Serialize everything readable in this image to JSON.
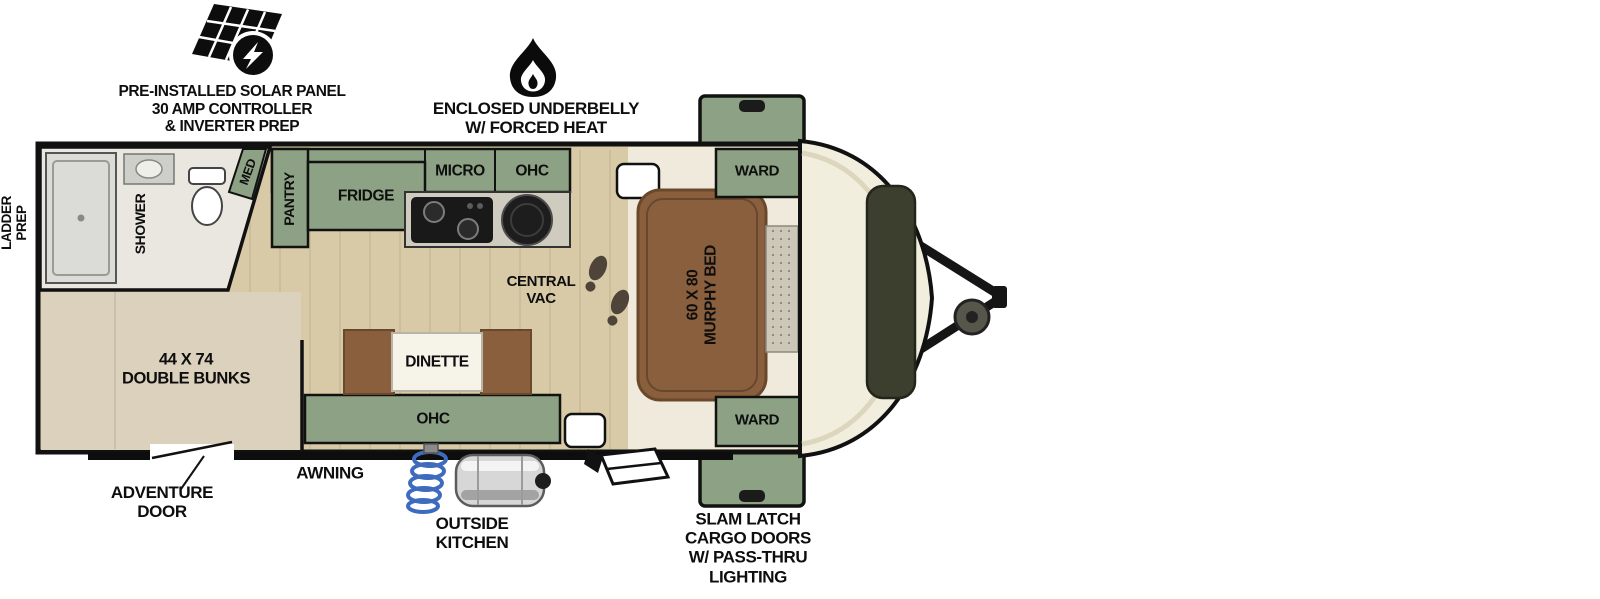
{
  "colors": {
    "cabinet_green": "#8DA284",
    "wood_brown": "#8A5F3D",
    "floor_tan": "#D8CAA6",
    "bunk_floor": "#DBD1BC",
    "bath_floor": "#E9E7E0",
    "cap_cream": "#F2EEDD",
    "window_olive": "#3C3E2E",
    "outline": "#111111",
    "hose_blue": "#3F6BBF"
  },
  "features": {
    "ladder_prep": "LADDER\nPREP",
    "solar_note": "PRE-INSTALLED SOLAR PANEL\n30 AMP CONTROLLER\n& INVERTER PREP",
    "underbelly_note": "ENCLOSED UNDERBELLY\nW/ FORCED HEAT",
    "awning": "AWNING",
    "adventure_door": "ADVENTURE\nDOOR",
    "outside_kitchen": "OUTSIDE\nKITCHEN",
    "slam_latch": "SLAM LATCH\nCARGO DOORS\nW/ PASS-THRU\nLIGHTING"
  },
  "rooms": {
    "shower": "SHOWER",
    "med": "MED",
    "pantry": "PANTRY",
    "fridge": "FRIDGE",
    "micro": "MICRO",
    "ohc_kitchen": "OHC",
    "central_vac": "CENTRAL\nVAC",
    "murphy_bed": "60 X 80\nMURPHY BED",
    "ward_front": "WARD",
    "ward_rear": "WARD",
    "double_bunks": "44 X 74\nDOUBLE BUNKS",
    "dinette": "DINETTE",
    "ohc_dinette": "OHC"
  }
}
